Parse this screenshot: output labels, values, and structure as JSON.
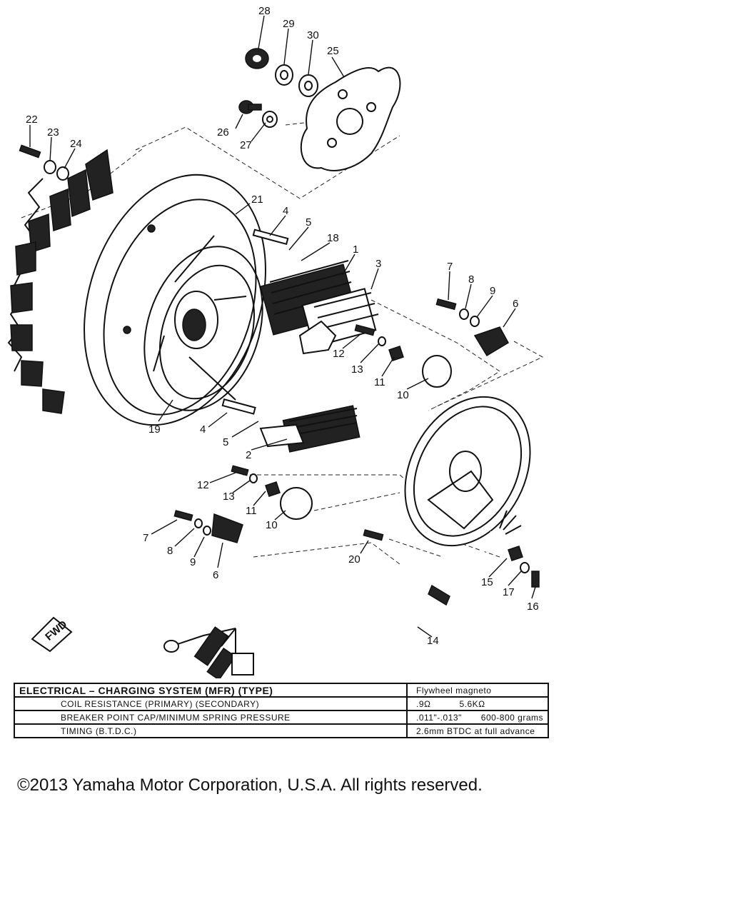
{
  "diagram": {
    "part_numbers": [
      "28",
      "29",
      "30",
      "25",
      "22",
      "23",
      "24",
      "26",
      "27",
      "21",
      "4",
      "5",
      "18",
      "1",
      "3",
      "7",
      "8",
      "9",
      "6",
      "12",
      "13",
      "11",
      "10",
      "19",
      "4",
      "5",
      "2",
      "12",
      "13",
      "11",
      "10",
      "7",
      "8",
      "9",
      "6",
      "20",
      "15",
      "17",
      "16",
      "14"
    ],
    "fwd_label": "FWD"
  },
  "specs": {
    "rows": [
      {
        "label": "ELECTRICAL – CHARGING SYSTEM (MFR) (TYPE)",
        "value": "Flywheel magneto",
        "value2": ""
      },
      {
        "label": "COIL RESISTANCE (PRIMARY) (SECONDARY)",
        "value": ".9Ω",
        "value2": "5.6KΩ"
      },
      {
        "label": "BREAKER POINT CAP/MINIMUM SPRING PRESSURE",
        "value": ".011\"-.013\"",
        "value2": "600-800 grams"
      },
      {
        "label": "TIMING (B.T.D.C.)",
        "value": "2.6mm BTDC at full advance",
        "value2": ""
      }
    ]
  },
  "footer": {
    "copyright": "©2013 Yamaha Motor Corporation, U.S.A. All rights reserved."
  }
}
